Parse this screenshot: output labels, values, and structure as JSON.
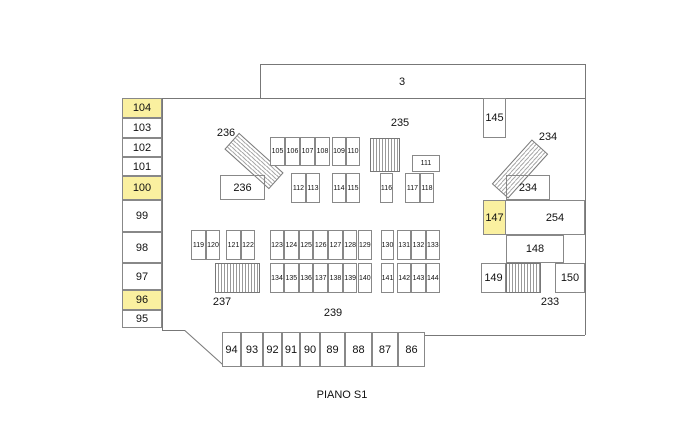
{
  "floor_label": "PIANO S1",
  "highlight_color": "#faf0a0",
  "zone_labels": {
    "top_block": "3",
    "central_area": "239",
    "stair_236_a": "236",
    "stair_236_b": "236",
    "stair_235": "235",
    "stair_237": "237",
    "stair_234_a": "234",
    "stair_234_b": "234",
    "stair_233": "233",
    "area_254": "254"
  },
  "left_column": [
    "104",
    "103",
    "102",
    "101",
    "100",
    "99",
    "98",
    "97",
    "96",
    "95"
  ],
  "left_highlighted": [
    "104",
    "100",
    "96"
  ],
  "row1_spaces": [
    "105",
    "106",
    "107",
    "108",
    "109",
    "110",
    "111"
  ],
  "row2_spaces": [
    "112",
    "113",
    "114",
    "115",
    "116",
    "117",
    "118"
  ],
  "row3_spaces": [
    "119",
    "120",
    "121",
    "122",
    "123",
    "124",
    "125",
    "126",
    "127",
    "128",
    "129",
    "130",
    "131",
    "132",
    "133"
  ],
  "row4_spaces": [
    "134",
    "135",
    "136",
    "137",
    "138",
    "139",
    "140",
    "141",
    "142",
    "143",
    "144"
  ],
  "bottom_row": [
    "94",
    "93",
    "92",
    "91",
    "90",
    "89",
    "88",
    "87",
    "86"
  ],
  "right_spaces": [
    "145",
    "147",
    "148",
    "149",
    "150"
  ],
  "right_highlighted": [
    "147"
  ]
}
